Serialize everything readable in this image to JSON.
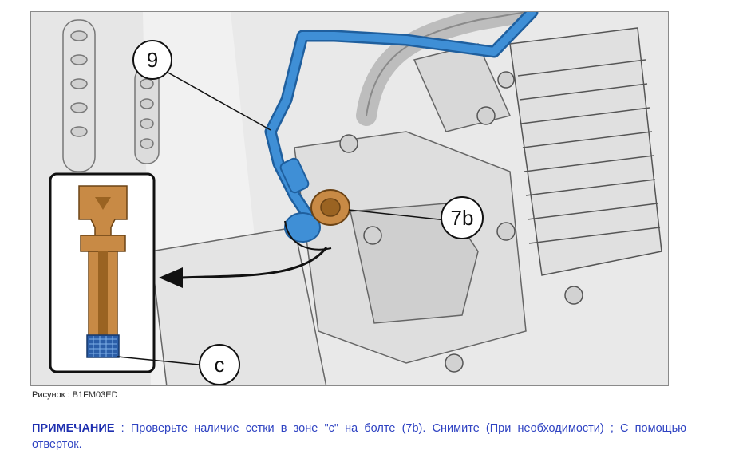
{
  "figure": {
    "callouts": {
      "nine": "9",
      "seven_b": "7b",
      "c": "c"
    },
    "colors": {
      "pipe_blue": "#3f8fd6",
      "bolt_bronze": "#c88a45",
      "mesh_blue": "#2b5ea8"
    }
  },
  "caption": "Рисунок : B1FM03ED",
  "note": {
    "label": "ПРИМЕЧАНИЕ",
    "separator": " : ",
    "text": "Проверьте наличие сетки в зоне \"c\" на болте (7b). Снимите (При необходимости) ; С помощью отверток."
  }
}
